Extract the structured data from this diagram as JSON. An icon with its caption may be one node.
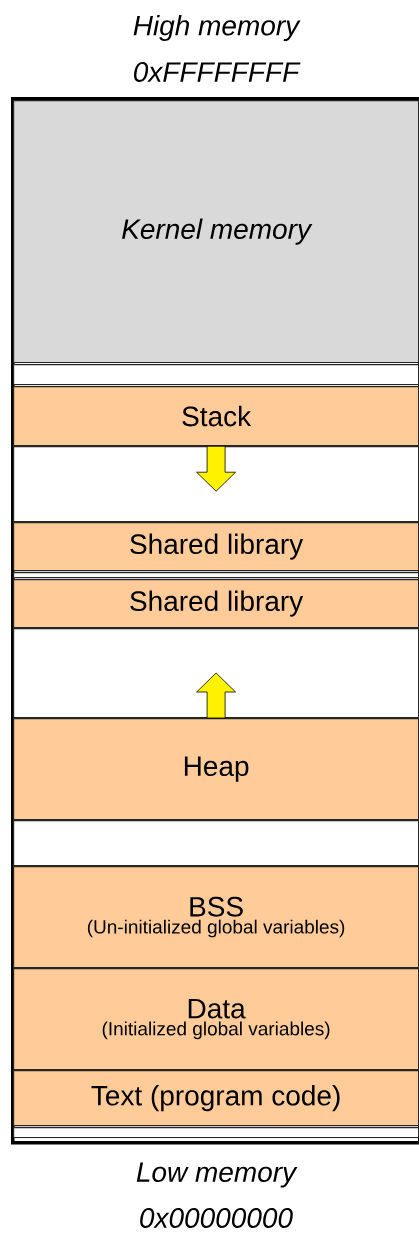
{
  "diagram": {
    "nodes": [
      {
        "text": [],
        "shape": "box"
      },
      {
        "text": [
          "Kernel memory"
        ],
        "in": 0
      },
      {
        "text": [],
        "shape": "box",
        "in": 0
      },
      {
        "text": [
          "Stack"
        ],
        "in": 0
      },
      {
        "text": [],
        "shape": "box",
        "in": 0
      },
      {
        "text": [
          "Shared library"
        ],
        "in": 0
      },
      {
        "text": [],
        "shape": "box",
        "in": 0
      },
      {
        "text": [
          "Shared library"
        ],
        "in": 0
      },
      {
        "text": [],
        "shape": "box",
        "in": 0
      },
      {
        "text": [
          "Heap"
        ],
        "in": 0
      },
      {
        "text": [],
        "shape": "box",
        "in": 0
      },
      {
        "text": [
          "BSS",
          "(Un-initialized global variables)"
        ],
        "in": 0
      },
      {
        "text": [
          "Data",
          "(Initialized global variables)"
        ],
        "in": 0
      },
      {
        "text": [
          "Text (program code)"
        ],
        "in": 0
      },
      {
        "text": [],
        "shape": "box",
        "in": 0
      }
    ],
    "edges": [
      {
        "from": 3,
        "to": null,
        "arrow": "to"
      },
      {
        "from": 9,
        "to": null,
        "arrow": "to"
      }
    ],
    "labels": [
      "High memory",
      "0xFFFFFFFF",
      "Low memory",
      "0x00000000"
    ]
  }
}
